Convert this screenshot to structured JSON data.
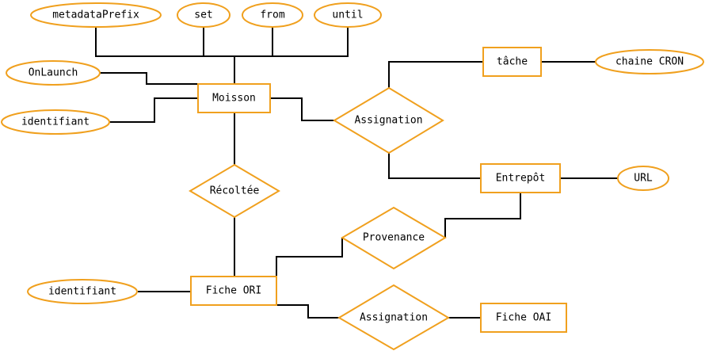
{
  "colors": {
    "shape_stroke": "#f0a01e",
    "edge": "#000000",
    "background": "#ffffff"
  },
  "entities": {
    "moisson": "Moisson",
    "tache": "tâche",
    "entrepot": "Entrepôt",
    "fiche_ori": "Fiche ORI",
    "fiche_oai": "Fiche OAI"
  },
  "relationships": {
    "assignation_top": "Assignation",
    "recoltee": "Récoltée",
    "provenance": "Provenance",
    "assignation_bottom": "Assignation"
  },
  "attributes": {
    "metadata_prefix": "metadataPrefix",
    "set": "set",
    "from": "from",
    "until": "until",
    "on_launch": "OnLaunch",
    "identifiant_moisson": "identifiant",
    "chaine_cron": "chaine CRON",
    "url": "URL",
    "identifiant_fiche": "identifiant"
  }
}
